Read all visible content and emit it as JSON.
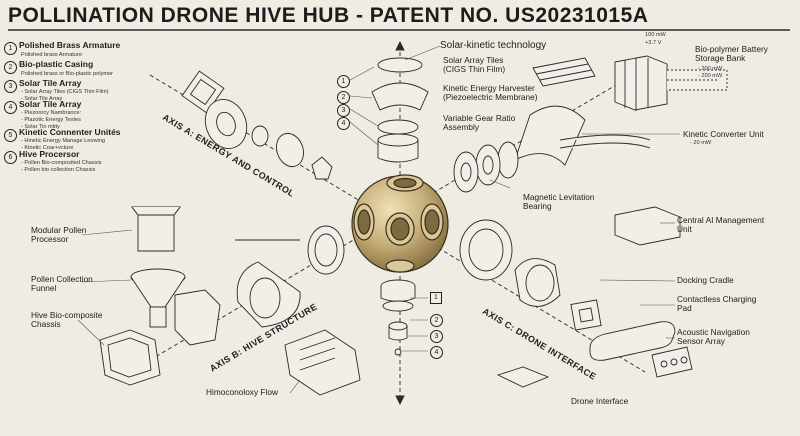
{
  "title": "POLLINATION DRONE HIVE HUB - PATENT NO. US20231015A",
  "legend": [
    {
      "heading": "Polished Brass Armature",
      "sub": [
        "Polished brass Armature"
      ]
    },
    {
      "heading": "Bio-plastic Casing",
      "sub": [
        "Polished brass or Bio-plastic polymer"
      ]
    },
    {
      "heading": "Solar Tile Array",
      "sub": [
        "- Solar Array Tiles (CIGS Thin Film)",
        "- Solar Tile Array"
      ]
    },
    {
      "heading": "Solar Tile Array",
      "sub": [
        "- Piezoorcy Nambrance:",
        "- Plazotic Energy Textes",
        "- Solar Tin mtity"
      ]
    },
    {
      "heading": "Kinetic Connenter Unités",
      "sub": [
        "- Hinetic Energy Manage Leowing",
        "- Kinetic Coar+vcture"
      ]
    },
    {
      "heading": "Hive Procersor",
      "sub": [
        "- Pollen Bio-composited Chassis",
        "- Pollen bio collection Chassis"
      ]
    }
  ],
  "axes": {
    "a": "AXIS A: ENERGY AND CONTROL",
    "b": "AXIS B: HIVE STRUCTURE",
    "c": "AXIS C: DRONE INTERFACE"
  },
  "callouts": {
    "solar_kinetic": "Solar-kinetic technology",
    "solar_tiles": [
      "Solar Array Tiles",
      "(CIGS Thin Film)"
    ],
    "kinetic_harvester": [
      "Kinetic Energy Harvester",
      "(Piezoelectric Membrane)"
    ],
    "gear": [
      "Variable Gear Ratio",
      "Assembly"
    ],
    "magnetic": [
      "Magnetic Levitation",
      "Bearing"
    ],
    "battery": [
      "Bio-polymer Battery",
      "Storage Bank"
    ],
    "battery_specs": [
      "100 mW",
      "+3.7 V",
      "- 200 mW",
      "- 200 mW"
    ],
    "kinetic_converter": [
      "Kinetic Converter Unit",
      "- 20 mW"
    ],
    "central_ai": [
      "Central AI Management",
      "Unit"
    ],
    "docking": "Docking Cradle",
    "charging": [
      "Contactless Charging",
      "Pad"
    ],
    "acoustic": [
      "Acoustic Navigation",
      "Sensor Array"
    ],
    "drone_interface": "Drone Interface",
    "pollen_processor": [
      "Modular Pollen",
      "Processor"
    ],
    "pollen_funnel": [
      "Pollen Collection",
      "Funnel"
    ],
    "hive_chassis": [
      "Hive Bio-composite",
      "Chassis"
    ],
    "flow": "Himoconoloxy Flow"
  },
  "numbers": {
    "top": [
      "1",
      "2",
      "3",
      "4"
    ],
    "bottom": [
      "1",
      "2",
      "3",
      "4"
    ],
    "legend": [
      "1",
      "2",
      "3",
      "4",
      "5",
      "6"
    ]
  }
}
